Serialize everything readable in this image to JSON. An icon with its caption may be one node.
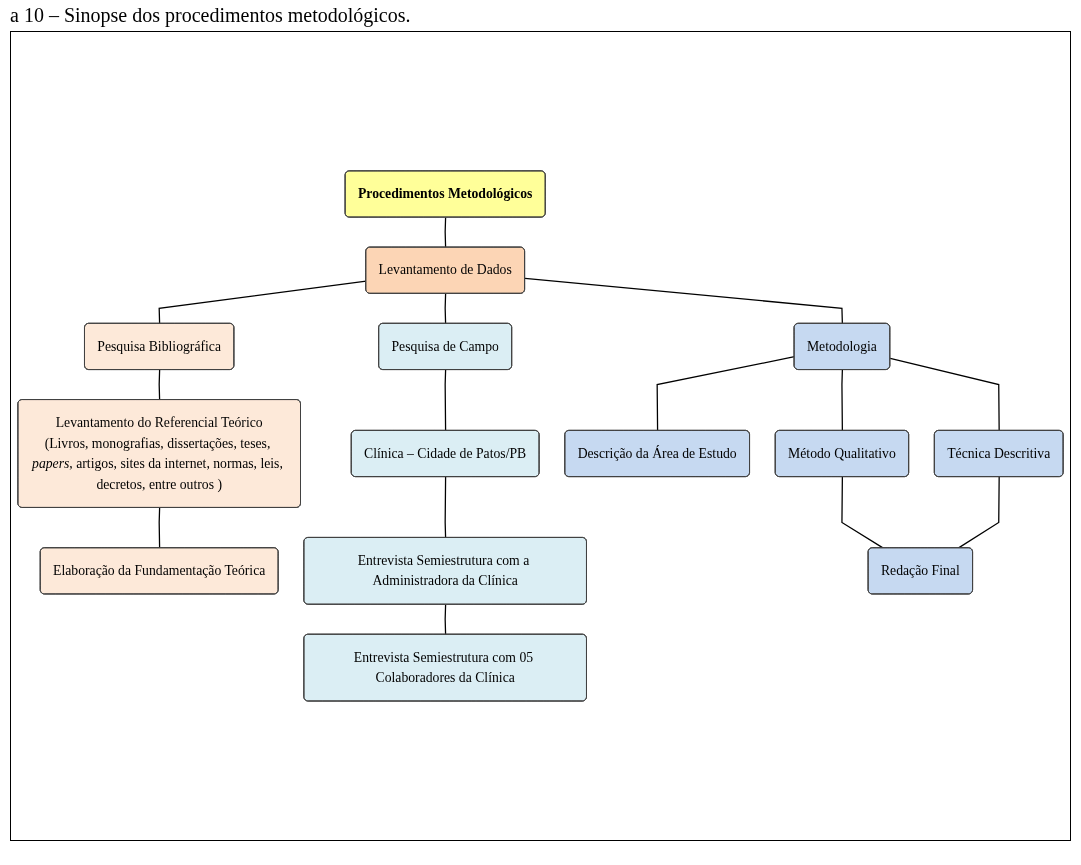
{
  "diagram": {
    "title": "a 10 – Sinopse dos procedimentos metodológicos.",
    "nodes": [
      {
        "text": [
          "Procedimentos Metodológicos"
        ]
      },
      {
        "text": [
          "Levantamento de Dados"
        ]
      },
      {
        "text": [
          "Pesquisa Bibliográfica"
        ]
      },
      {
        "text": [
          "Levantamento do Referencial Teórico",
          "(Livros, monografias, dissertações, teses, *papers*, artigos, sites da internet, normas, leis, decretos, entre outros )"
        ]
      },
      {
        "text": [
          "Elaboração da Fundamentação Teórica"
        ]
      },
      {
        "text": [
          "Pesquisa de Campo"
        ]
      },
      {
        "text": [
          "Clínica – Cidade de Patos/PB"
        ]
      },
      {
        "text": [
          "Entrevista Semiestrutura com a Administradora da Clínica"
        ]
      },
      {
        "text": [
          "Entrevista Semiestrutura com 05 Colaboradores da Clínica"
        ]
      },
      {
        "text": [
          "Metodologia"
        ]
      },
      {
        "text": [
          "Descrição da Área de Estudo"
        ]
      },
      {
        "text": [
          "Método Qualitativo"
        ]
      },
      {
        "text": [
          "Técnica Descritiva"
        ]
      },
      {
        "text": [
          "Redação Final"
        ]
      }
    ],
    "edges": [
      {
        "from": 0,
        "to": 1,
        "arrow": "none"
      },
      {
        "from": 1,
        "to": 2,
        "arrow": "none"
      },
      {
        "from": 1,
        "to": 5,
        "arrow": "none"
      },
      {
        "from": 1,
        "to": 9,
        "arrow": "none"
      },
      {
        "from": 2,
        "to": 3,
        "arrow": "none"
      },
      {
        "from": 3,
        "to": 4,
        "arrow": "none"
      },
      {
        "from": 5,
        "to": 6,
        "arrow": "none"
      },
      {
        "from": 6,
        "to": 7,
        "arrow": "none"
      },
      {
        "from": 7,
        "to": 8,
        "arrow": "none"
      },
      {
        "from": 9,
        "to": 10,
        "arrow": "none"
      },
      {
        "from": 9,
        "to": 11,
        "arrow": "none"
      },
      {
        "from": 9,
        "to": 12,
        "arrow": "none"
      },
      {
        "from": 11,
        "to": 13,
        "arrow": "none"
      },
      {
        "from": 12,
        "to": 13,
        "arrow": "none"
      }
    ]
  }
}
